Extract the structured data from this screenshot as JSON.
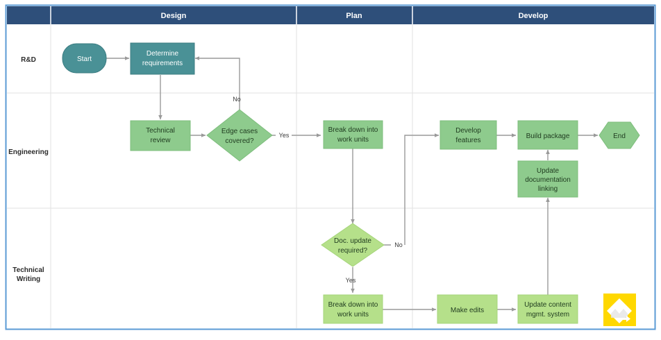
{
  "diagram": {
    "title": "Swimlane flowchart",
    "frame_color": "#5b9bd5",
    "header_band_color": "#2e4f7a",
    "grid_line_color": "#e2e2e2",
    "teal_fill": "#4a9196",
    "teal_stroke": "#3c7d82",
    "green_fill": "#8ecb8d",
    "green_stroke": "#7dbd7c",
    "green_light_fill": "#b5e08a",
    "green_light_stroke": "#a5d47a",
    "connector_color": "#9a9a9a",
    "columns": [
      {
        "id": "col-design",
        "label": "Design"
      },
      {
        "id": "col-plan",
        "label": "Plan"
      },
      {
        "id": "col-develop",
        "label": "Develop"
      }
    ],
    "rows": [
      {
        "id": "row-rnd",
        "label": "R&D"
      },
      {
        "id": "row-engineering",
        "label": "Engineering"
      },
      {
        "id": "row-technical-writing",
        "label": "Technical\nWriting"
      }
    ],
    "nodes": [
      {
        "id": "start",
        "label": "Start",
        "shape": "rounded",
        "style": "teal",
        "lane": "R&D",
        "column": "Design"
      },
      {
        "id": "determine-requirements",
        "label": "Determine\nrequirements",
        "shape": "rectangle",
        "style": "teal",
        "lane": "R&D",
        "column": "Design"
      },
      {
        "id": "technical-review",
        "label": "Technical\nreview",
        "shape": "rectangle",
        "style": "green",
        "lane": "Engineering",
        "column": "Design"
      },
      {
        "id": "edge-cases-covered",
        "label": "Edge cases\ncovered?",
        "shape": "diamond",
        "style": "green",
        "lane": "Engineering",
        "column": "Design"
      },
      {
        "id": "break-down-work-units-eng",
        "label": "Break down into\nwork units",
        "shape": "rectangle",
        "style": "green",
        "lane": "Engineering",
        "column": "Plan"
      },
      {
        "id": "develop-features",
        "label": "Develop\nfeatures",
        "shape": "rectangle",
        "style": "green",
        "lane": "Engineering",
        "column": "Develop"
      },
      {
        "id": "build-package",
        "label": "Build package",
        "shape": "rectangle",
        "style": "green",
        "lane": "Engineering",
        "column": "Develop"
      },
      {
        "id": "end",
        "label": "End",
        "shape": "hexagon",
        "style": "green",
        "lane": "Engineering",
        "column": "Develop"
      },
      {
        "id": "update-documentation-linking",
        "label": "Update\ndocumentation\nlinking",
        "shape": "rectangle",
        "style": "green",
        "lane": "Engineering",
        "column": "Develop"
      },
      {
        "id": "doc-update-required",
        "label": "Doc. update\nrequired?",
        "shape": "diamond",
        "style": "green-light",
        "lane": "Technical Writing",
        "column": "Plan"
      },
      {
        "id": "break-down-work-units-tw",
        "label": "Break down into\nwork units",
        "shape": "rectangle",
        "style": "green-light",
        "lane": "Technical Writing",
        "column": "Plan"
      },
      {
        "id": "make-edits",
        "label": "Make edits",
        "shape": "rectangle",
        "style": "green-light",
        "lane": "Technical Writing",
        "column": "Develop"
      },
      {
        "id": "update-content-mgmt",
        "label": "Update content\nmgmt. system",
        "shape": "rectangle",
        "style": "green-light",
        "lane": "Technical Writing",
        "column": "Develop"
      }
    ],
    "edge_labels": {
      "edge_cases_no": "No",
      "edge_cases_yes": "Yes",
      "doc_update_no": "No",
      "doc_update_yes": "Yes"
    },
    "node_text": {
      "start": "Start",
      "determine_requirements_l1": "Determine",
      "determine_requirements_l2": "requirements",
      "technical_review_l1": "Technical",
      "technical_review_l2": "review",
      "edge_cases_l1": "Edge cases",
      "edge_cases_l2": "covered?",
      "break_down_eng_l1": "Break down into",
      "break_down_eng_l2": "work units",
      "develop_features_l1": "Develop",
      "develop_features_l2": "features",
      "build_package": "Build package",
      "end": "End",
      "update_doc_l1": "Update",
      "update_doc_l2": "documentation",
      "update_doc_l3": "linking",
      "doc_update_l1": "Doc. update",
      "doc_update_l2": "required?",
      "break_down_tw_l1": "Break down into",
      "break_down_tw_l2": "work units",
      "make_edits": "Make edits",
      "update_content_l1": "Update content",
      "update_content_l2": "mgmt. system"
    },
    "row_text": {
      "rnd": "R&D",
      "engineering": "Engineering",
      "technical_writing_l1": "Technical",
      "technical_writing_l2": "Writing"
    }
  },
  "watermark": {
    "name": "lucidchart-logo",
    "background": "#ffd800",
    "glyph_color": "#ffffff"
  }
}
